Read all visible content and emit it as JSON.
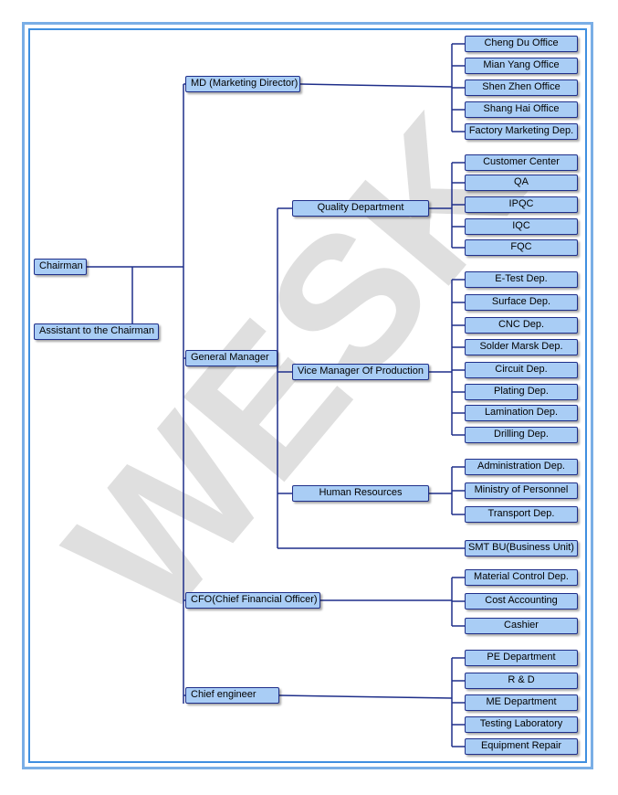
{
  "watermark": "WESK",
  "top": {
    "chairman": "Chairman",
    "assistant": "Assistant to the Chairman"
  },
  "directors": {
    "md": "MD (Marketing Director)",
    "gm": "General Manager",
    "cfo": "CFO(Chief Financial Officer)",
    "chief_engineer": "Chief engineer"
  },
  "gm_departments": {
    "quality": "Quality Department",
    "vice_manager": "Vice Manager Of  Production",
    "hr": "Human Resources",
    "smt": "SMT BU(Business Unit)"
  },
  "md_offices": [
    "Cheng Du Office",
    "Mian Yang Office",
    "Shen Zhen Office",
    "Shang Hai Office",
    "Factory Marketing Dep."
  ],
  "quality_units": [
    "Customer Center",
    "QA",
    "IPQC",
    "IQC",
    "FQC"
  ],
  "production_units": [
    "E-Test Dep.",
    "Surface Dep.",
    "CNC Dep.",
    "Solder Marsk Dep.",
    "Circuit Dep.",
    "Plating Dep.",
    "Lamination Dep.",
    "Drilling Dep."
  ],
  "hr_units": [
    "Administration Dep.",
    "Ministry of Personnel",
    "Transport Dep."
  ],
  "cfo_units": [
    "Material Control Dep.",
    "Cost Accounting",
    "Cashier"
  ],
  "engineering_units": [
    "PE  Department",
    "R & D",
    "ME  Department",
    "Testing Laboratory",
    "Equipment Repair"
  ],
  "colors": {
    "box_fill": "#a9cdf5",
    "box_border": "#1f2f8a",
    "line": "#1f2f8a",
    "frame": "#3f8fe0",
    "watermark": "#d9d9d9"
  }
}
